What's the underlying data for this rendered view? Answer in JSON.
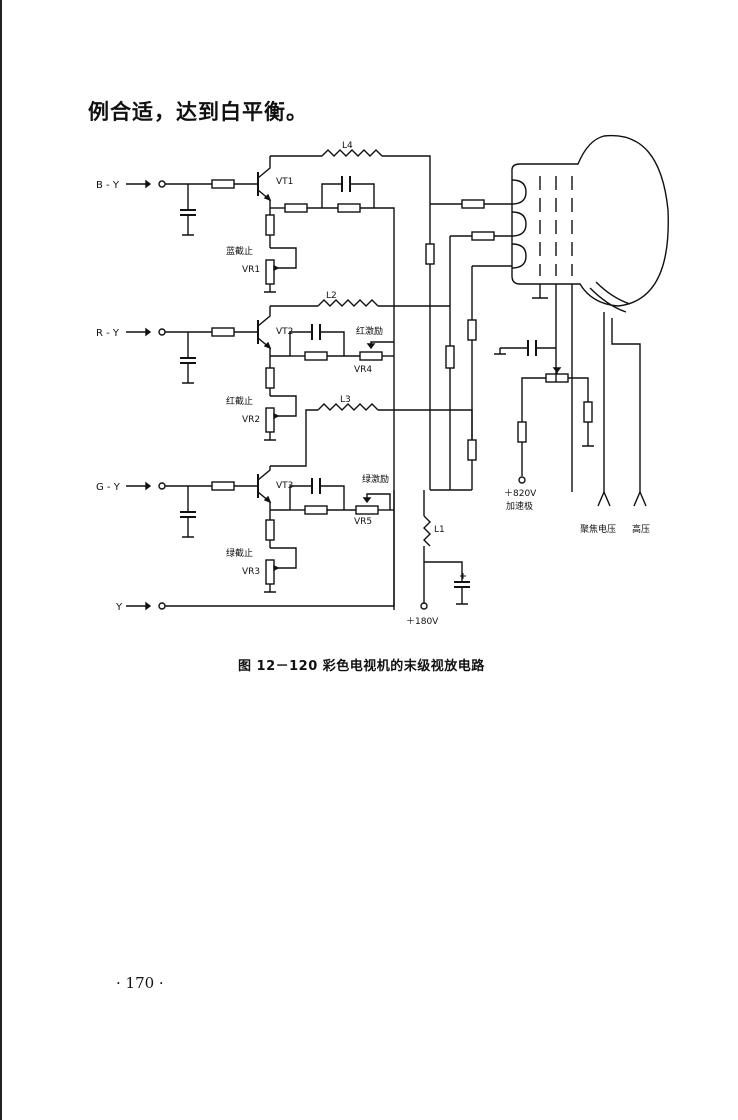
{
  "intro_text": "例合适，达到白平衡。",
  "figure": {
    "caption": "图 12－120   彩色电视机的末级视放电路",
    "inputs": [
      "B - Y",
      "R - Y",
      "G - Y",
      "Y"
    ],
    "transistors": [
      "VT1",
      "VT2",
      "VT3"
    ],
    "potentiometers": [
      "VR1",
      "VR2",
      "VR3",
      "VR4",
      "VR5"
    ],
    "inductors": [
      "L4",
      "L2",
      "L3",
      "L1"
    ],
    "labels": {
      "blue_cutoff": "蓝截止",
      "red_cutoff": "红截止",
      "green_cutoff": "绿截止",
      "red_drive": "红激励",
      "green_drive": "绿激励",
      "supply": "＋180V",
      "accel_voltage": "＋820V",
      "accel_name": "加速极",
      "focus": "聚焦电压",
      "high_voltage": "高压"
    }
  },
  "page_number": "· 170 ·"
}
